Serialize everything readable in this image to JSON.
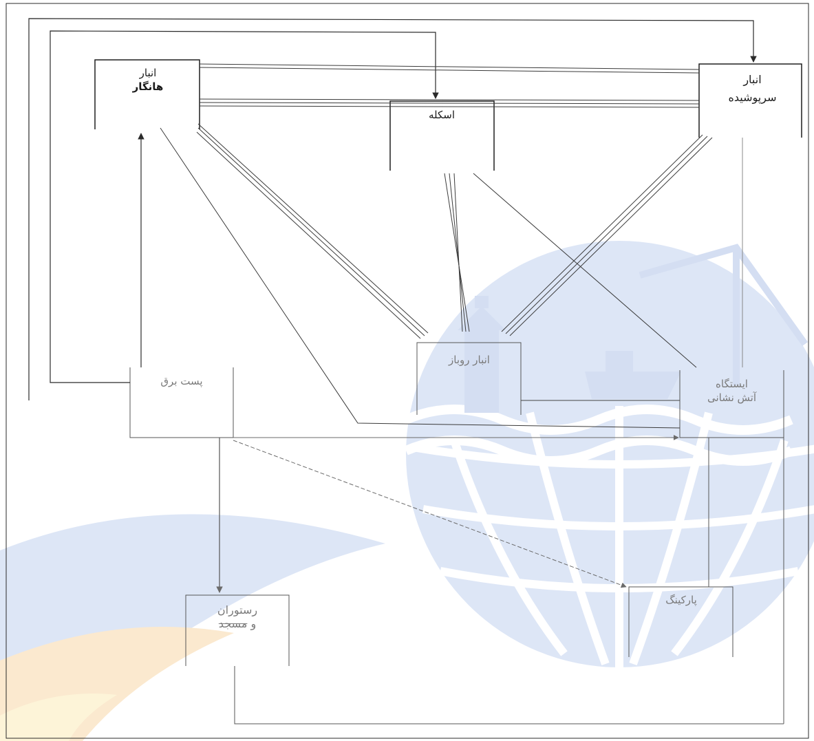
{
  "nodes": {
    "anbar_hangar": {
      "line1": "انبار",
      "line2": "هانگار"
    },
    "eskeleh": {
      "line1": "اسکله"
    },
    "anbar_sarpushideh": {
      "line1": "انبار",
      "line2": "سرپوشیده"
    },
    "anbar_rubaz": {
      "line1": "انبار روباز"
    },
    "post_bargh": {
      "line1": "پست برق"
    },
    "istgah_atash": {
      "line1": "ایستگاه",
      "line2": "آتش نشانی"
    },
    "parking": {
      "line1": "پارکینگ"
    },
    "restoran": {
      "line1": "رستوران",
      "line2a": "و ",
      "line2b": "مسجد"
    }
  },
  "colors": {
    "line_dark": "#2a2a2a",
    "line_faded": "#6b6b6b",
    "watermark_blue": "#dde6f6",
    "watermark_orange": "#fbe9cf",
    "watermark_yellow": "#fdf4d8"
  }
}
